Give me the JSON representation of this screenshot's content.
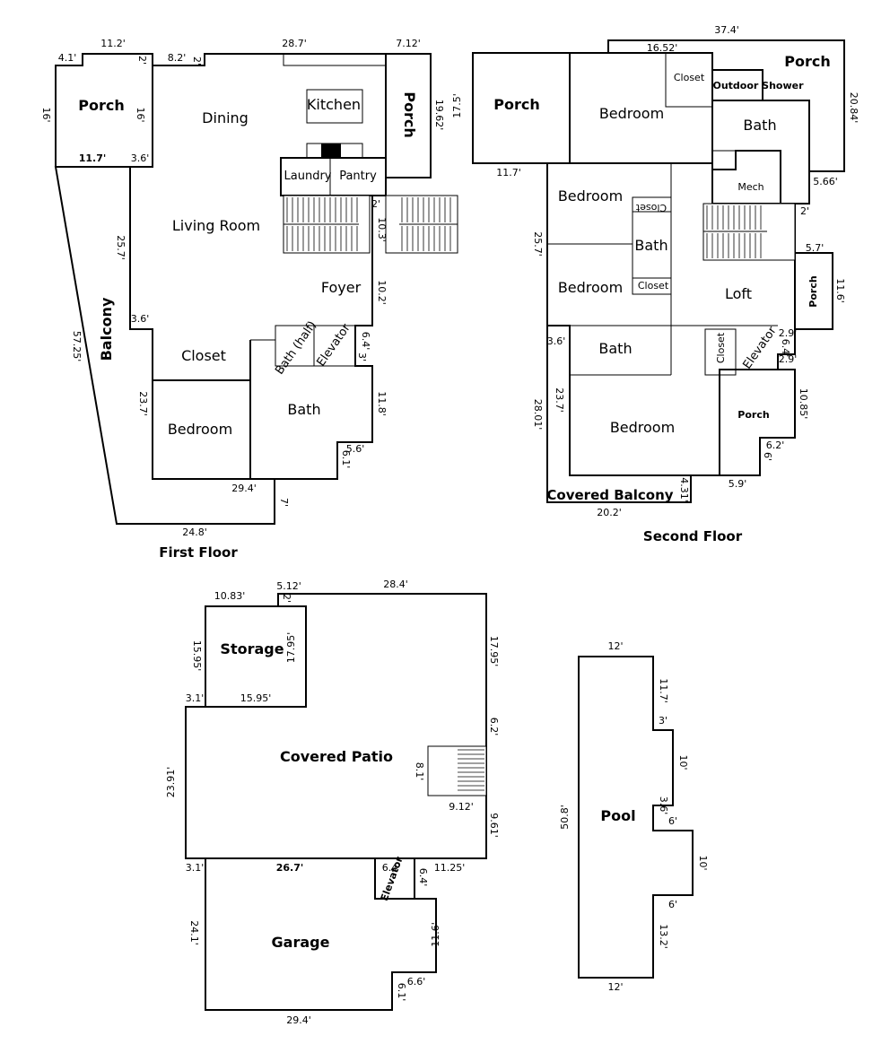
{
  "floors": {
    "first": "First Floor",
    "second": "Second Floor"
  },
  "rooms_first": {
    "porch_left": "Porch",
    "dining": "Dining",
    "kitchen": "Kitchen",
    "porch_right": "Porch",
    "laundry": "Laundry",
    "pantry": "Pantry",
    "living_room": "Living Room",
    "foyer": "Foyer",
    "balcony": "Balcony",
    "closet": "Closet",
    "bath_half": "Bath (half)",
    "elevator": "Elevator",
    "bedroom": "Bedroom",
    "bath": "Bath"
  },
  "rooms_second": {
    "porch_left": "Porch",
    "bedroom_top": "Bedroom",
    "closet_top": "Closet",
    "outdoor_shower": "Outdoor Shower",
    "porch_top": "Porch",
    "bath_top": "Bath",
    "mech": "Mech",
    "bedroom_a": "Bedroom",
    "closet_flipped": "Closet",
    "bath_mid": "Bath",
    "bedroom_b": "Bedroom",
    "closet_mid": "Closet",
    "loft": "Loft",
    "porch_right": "Porch",
    "bath_low": "Bath",
    "closet_low": "Closet",
    "elevator": "Elevator",
    "bedroom_low": "Bedroom",
    "porch_low": "Porch",
    "covered_balcony": "Covered Balcony"
  },
  "rooms_ground": {
    "storage": "Storage",
    "covered_patio": "Covered Patio",
    "elevator": "Elevator",
    "garage": "Garage",
    "pool": "Pool"
  },
  "dims_first": {
    "d1": "11.2'",
    "d2": "4.1'",
    "d3": "2'",
    "d4": "8.2'",
    "d5": "2'",
    "d6": "28.7'",
    "d7": "7.12'",
    "d8": "16'",
    "d9": "16'",
    "d10": "19.62'",
    "d11": "11.7'",
    "d12": "3.6'",
    "d13": "25.7'",
    "d14": "2'",
    "d15": "10.3'",
    "d16": "10.2'",
    "d17": "3.6'",
    "d18": "57.25'",
    "d19": "6.4'",
    "d20": "3'",
    "d21": "23.7'",
    "d22": "11.8'",
    "d23": "5.6'",
    "d24": "6.1'",
    "d25": "29.4'",
    "d26": "7'",
    "d27": "24.8'"
  },
  "dims_second": {
    "d1": "37.4'",
    "d2": "16.52'",
    "d3": "17.5'",
    "d4": "20.84'",
    "d5": "11.7'",
    "d6": "5.66'",
    "d7": "25.7'",
    "d8": "2'",
    "d9": "5.7'",
    "d10": "11.6'",
    "d11": "3.6'",
    "d12": "2.9'",
    "d13": "6.4'",
    "d14": "2.9'",
    "d15": "28.01'",
    "d16": "23.7'",
    "d17": "10.85'",
    "d18": "6.2'",
    "d19": "6'",
    "d20": "4.31'",
    "d21": "5.9'",
    "d22": "20.2'"
  },
  "dims_ground": {
    "d1": "5.12'",
    "d2": "10.83'",
    "d3": "2'",
    "d4": "28.4'",
    "d5": "15.95'",
    "d6": "17.95'",
    "d7": "17.95'",
    "d8": "3.1'",
    "d9": "15.95'",
    "d10": "6.2'",
    "d11": "23.91'",
    "d12": "8.1'",
    "d13": "9.12'",
    "d14": "9.61'",
    "d15": "3.1'",
    "d16": "26.7'",
    "d17": "6.4'",
    "d18": "11.25'",
    "d19": "6.4'",
    "d20": "24.1'",
    "d21": "11.6'",
    "d22": "6.6'",
    "d23": "6.1'",
    "d24": "29.4'"
  },
  "dims_pool": {
    "d1": "12'",
    "d2": "11.7'",
    "d3": "3'",
    "d4": "10'",
    "d5": "3.6'",
    "d6": "6'",
    "d7": "50.8'",
    "d8": "10'",
    "d9": "6'",
    "d10": "13.2'",
    "d11": "12'"
  }
}
